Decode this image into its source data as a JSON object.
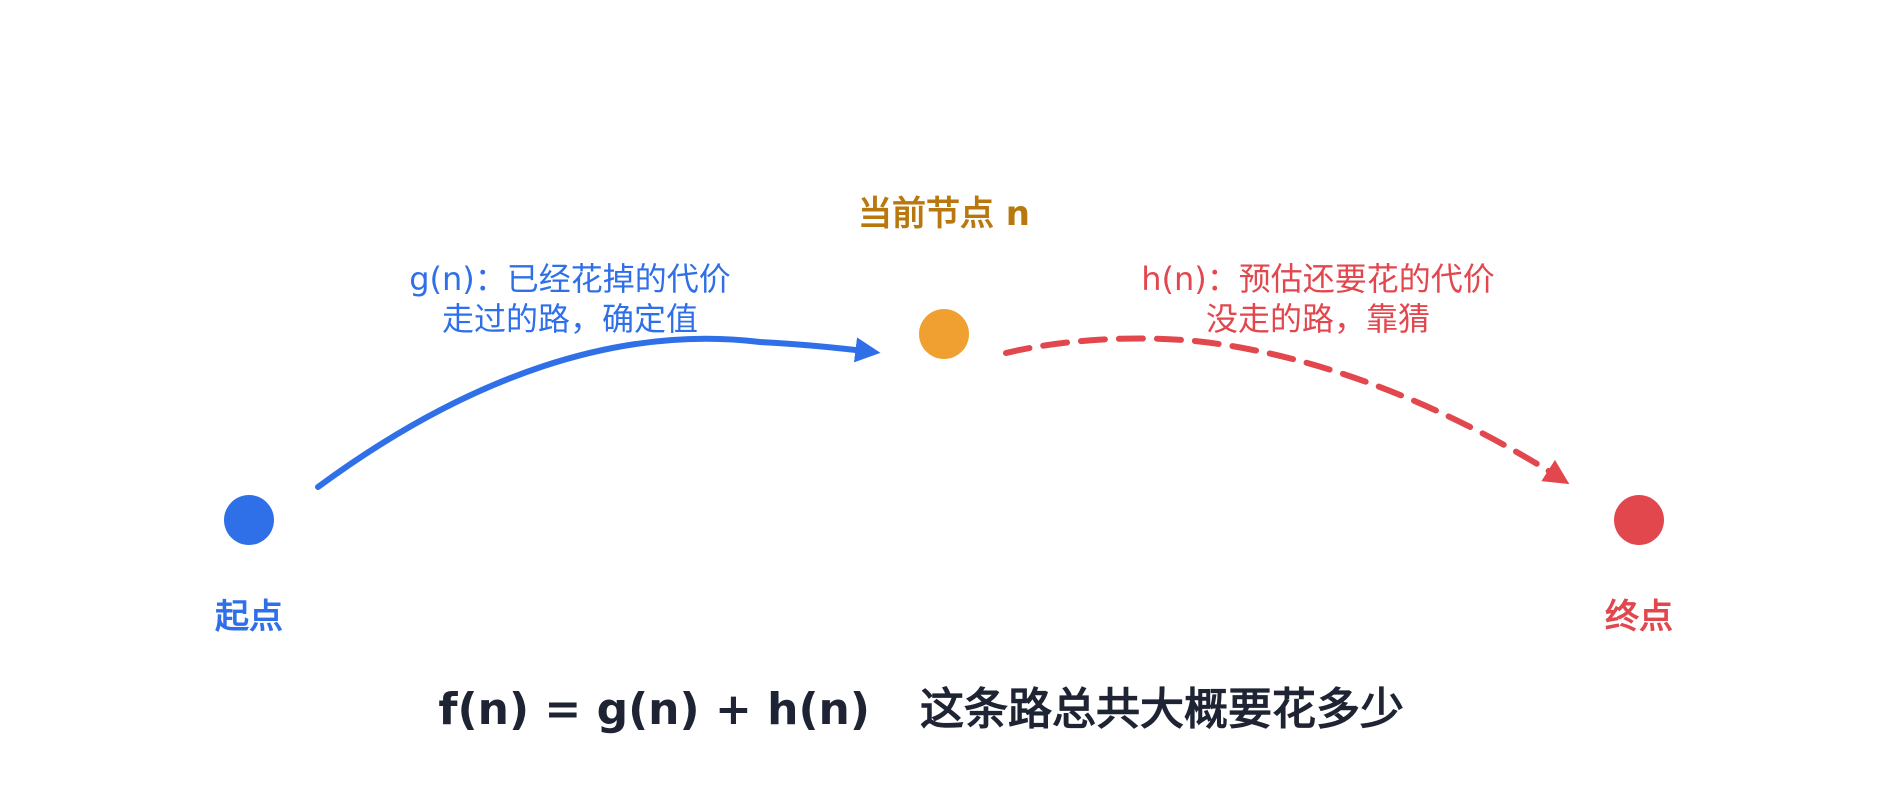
{
  "nodes": {
    "start": {
      "label": "起点",
      "color": "#2f6fe8"
    },
    "current": {
      "label": "当前节点 n",
      "color": "#f0a030",
      "label_color": "#b8780e"
    },
    "goal": {
      "label": "终点",
      "color": "#e2474e"
    }
  },
  "edges": {
    "g": {
      "line1": "g(n)：已经花掉的代价",
      "line2": "走过的路，确定值",
      "color": "#2f6fe8",
      "style": "solid"
    },
    "h": {
      "line1": "h(n)：预估还要花的代价",
      "line2": "没走的路，靠猜",
      "color": "#e2474e",
      "style": "dashed"
    }
  },
  "formula": {
    "expression": "f(n) = g(n) + h(n)",
    "meaning": "这条路总共大概要花多少",
    "color": "#1e2433"
  }
}
